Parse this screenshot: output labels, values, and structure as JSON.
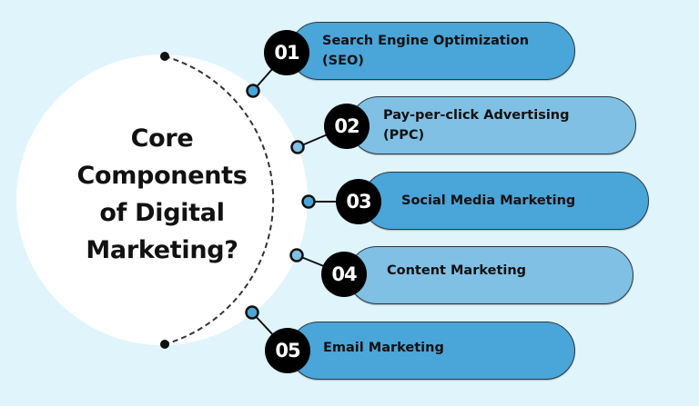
{
  "title": {
    "lines": [
      "Core",
      "Components",
      "of Digital",
      "Marketing?"
    ]
  },
  "colors": {
    "background": "#e0f4fc",
    "pill_dark": "#4aa5d8",
    "pill_light": "#7fc0e4",
    "node_fill": "#4aa5d8",
    "number_badge": "#000000"
  },
  "items": [
    {
      "number": "01",
      "line1": "Search Engine Optimization",
      "line2": "(SEO)",
      "style": "dark"
    },
    {
      "number": "02",
      "line1": "Pay-per-click Advertising",
      "line2": "(PPC)",
      "style": "light"
    },
    {
      "number": "03",
      "line1": "Social Media Marketing",
      "line2": "",
      "style": "dark"
    },
    {
      "number": "04",
      "line1": "Content Marketing",
      "line2": "",
      "style": "light"
    },
    {
      "number": "05",
      "line1": "Email Marketing",
      "line2": "",
      "style": "dark"
    }
  ]
}
